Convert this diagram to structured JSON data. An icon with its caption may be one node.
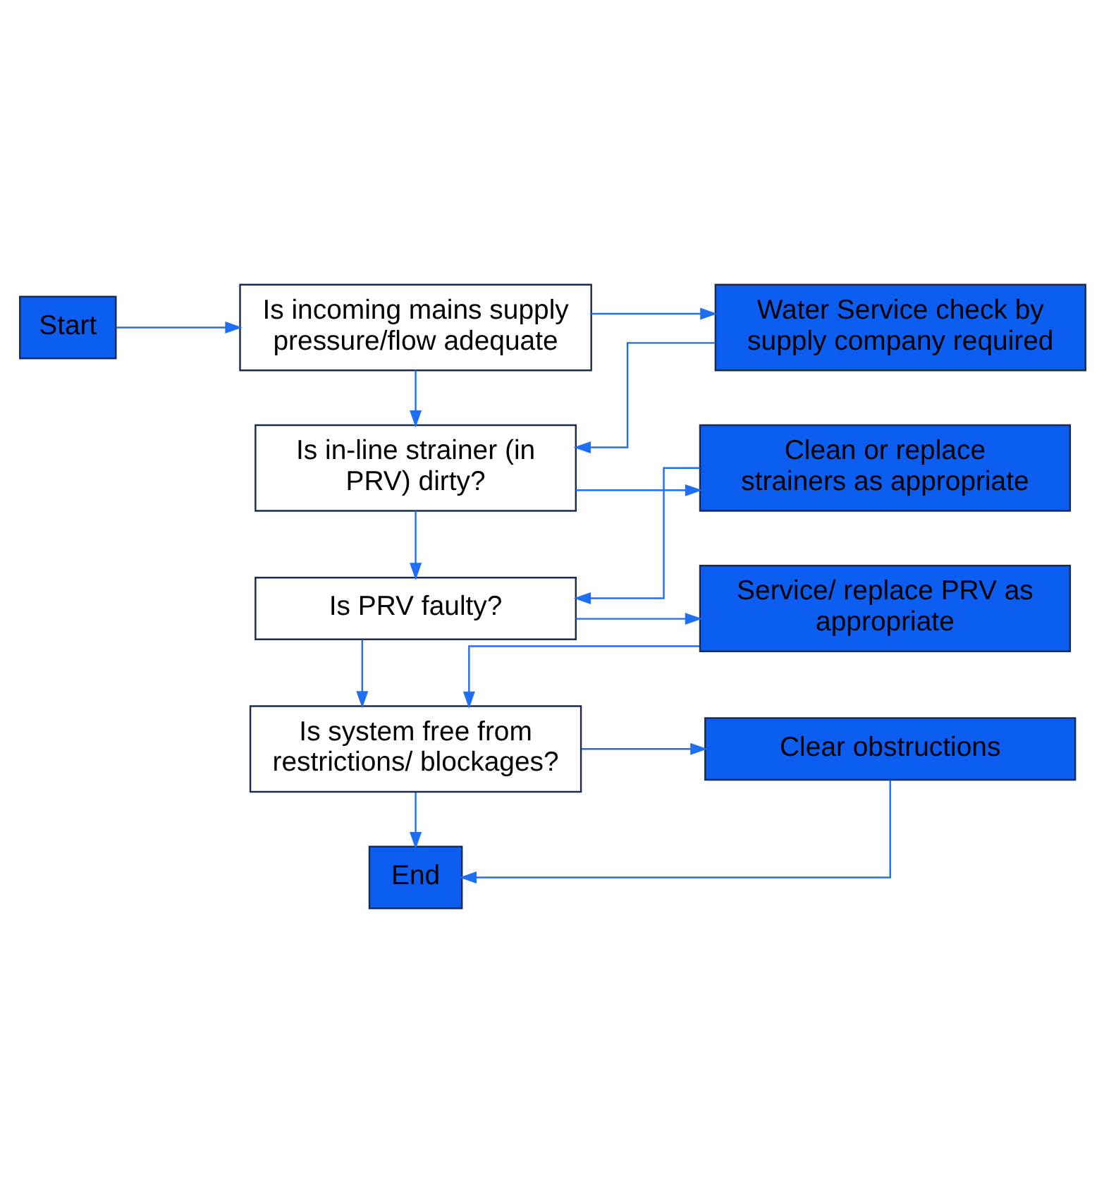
{
  "diagram": {
    "nodes": [
      {
        "text": [
          "Start"
        ]
      },
      {
        "text": [
          "Is incoming mains supply pressure/flow adequate"
        ]
      },
      {
        "text": [
          "Water Service check by supply company required"
        ]
      },
      {
        "text": [
          "Is in-line strainer (in PRV) dirty?"
        ]
      },
      {
        "text": [
          "Clean or replace strainers as appropriate"
        ]
      },
      {
        "text": [
          "Is PRV faulty?"
        ]
      },
      {
        "text": [
          "Service/ replace PRV as appropriate"
        ]
      },
      {
        "text": [
          "Is system free from restrictions/ blockages?"
        ]
      },
      {
        "text": [
          "Clear obstructions"
        ]
      },
      {
        "text": [
          "End"
        ]
      }
    ],
    "edges": [
      {
        "from": 0,
        "to": 1,
        "arrow": "to"
      },
      {
        "from": 1,
        "to": 2,
        "arrow": "to"
      },
      {
        "from": 1,
        "to": 3,
        "arrow": "to"
      },
      {
        "from": 2,
        "to": 3,
        "arrow": "to"
      },
      {
        "from": 3,
        "to": 4,
        "arrow": "to"
      },
      {
        "from": 3,
        "to": 5,
        "arrow": "to"
      },
      {
        "from": 4,
        "to": 5,
        "arrow": "to"
      },
      {
        "from": 5,
        "to": 6,
        "arrow": "to"
      },
      {
        "from": 5,
        "to": 7,
        "arrow": "to"
      },
      {
        "from": 6,
        "to": 7,
        "arrow": "to"
      },
      {
        "from": 7,
        "to": 8,
        "arrow": "to"
      },
      {
        "from": 7,
        "to": 9,
        "arrow": "to"
      },
      {
        "from": 8,
        "to": 9,
        "arrow": "to"
      }
    ]
  }
}
